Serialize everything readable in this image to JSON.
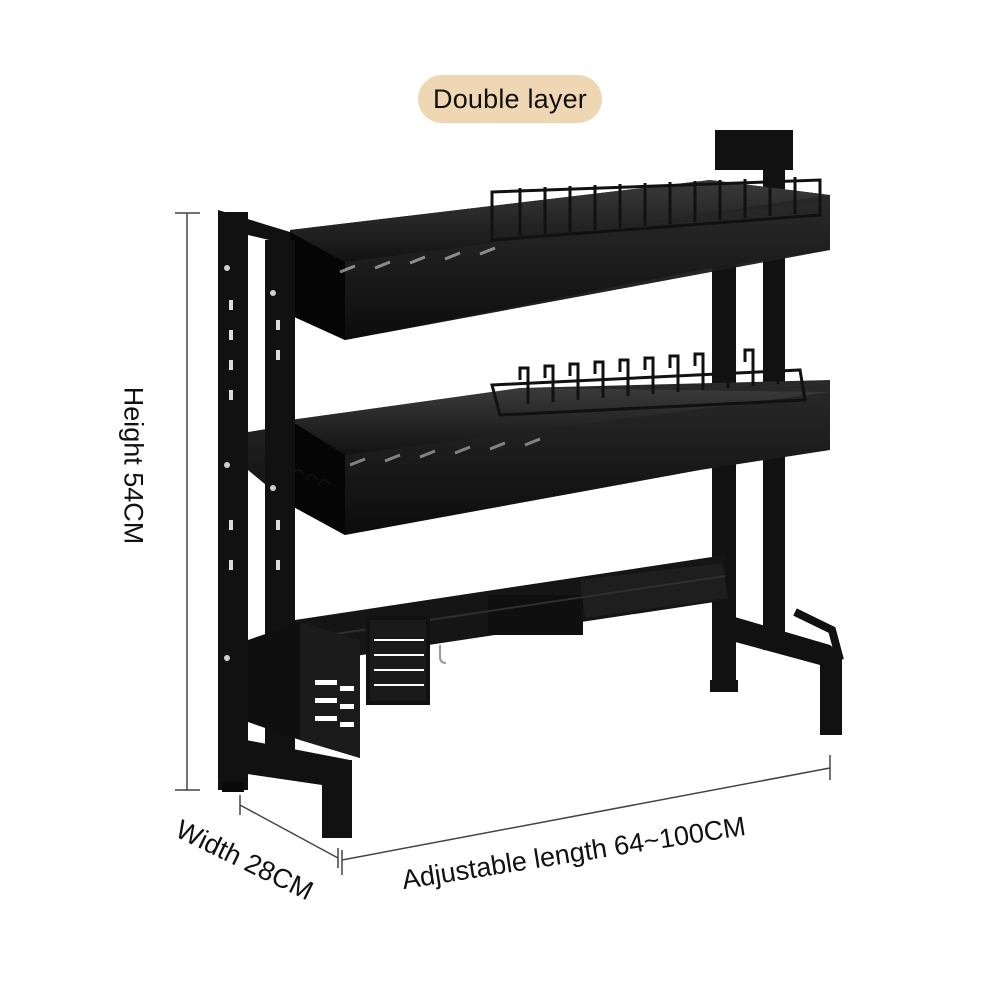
{
  "badge": {
    "text": "Double layer",
    "color": "#f0d7b3"
  },
  "dimensions": {
    "height": "Height 54CM",
    "width": "Width 28CM",
    "length": "Adjustable length 64~100CM"
  },
  "colors": {
    "rack": "#1a1a1a",
    "line": "#333333"
  }
}
